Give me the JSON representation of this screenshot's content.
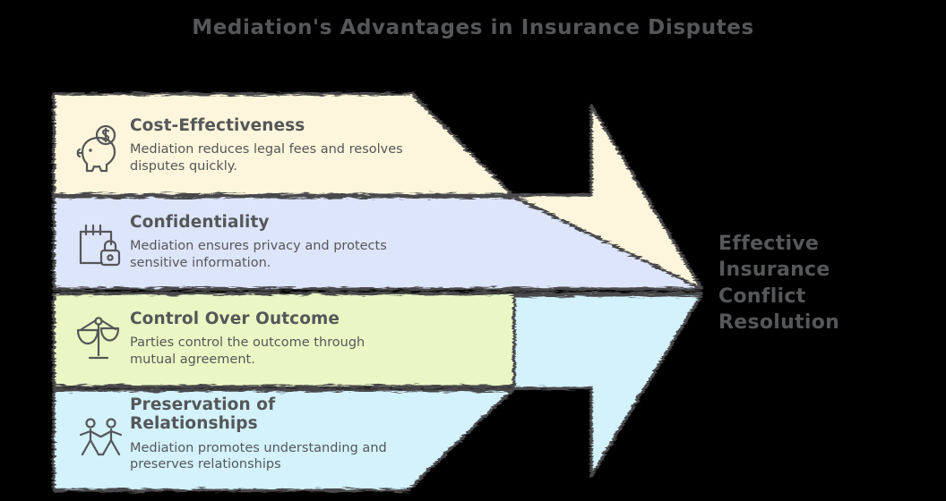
{
  "title": "Mediation's Advantages in Insurance Disputes",
  "outcome": {
    "label": "Effective\nInsurance\nConflict\nResolution"
  },
  "colors": {
    "background": "#000000",
    "text": "#555759",
    "stroke": "#4a4a4c",
    "band_1_fill": "#FDF6DC",
    "band_2_fill": "#DDE5FB",
    "band_3_fill": "#EAF7C4",
    "band_4_fill": "#D3F2FC"
  },
  "bands": [
    {
      "title": "Cost-Effectiveness",
      "description": "Mediation reduces legal fees and resolves\ndisputes quickly.",
      "icon": "piggy-bank-icon",
      "fill": "#FDF6DC"
    },
    {
      "title": "Confidentiality",
      "description": "Mediation ensures privacy and protects\nsensitive information.",
      "icon": "notepad-lock-icon",
      "fill": "#DDE5FB"
    },
    {
      "title": "Control Over Outcome",
      "description": "Parties control the outcome through\nmutual agreement.",
      "icon": "scales-of-justice-icon",
      "fill": "#EAF7C4"
    },
    {
      "title": "Preservation of\nRelationships",
      "description": "Mediation promotes understanding and\npreserves relationships",
      "icon": "people-holding-hands-icon",
      "fill": "#D3F2FC"
    }
  ]
}
